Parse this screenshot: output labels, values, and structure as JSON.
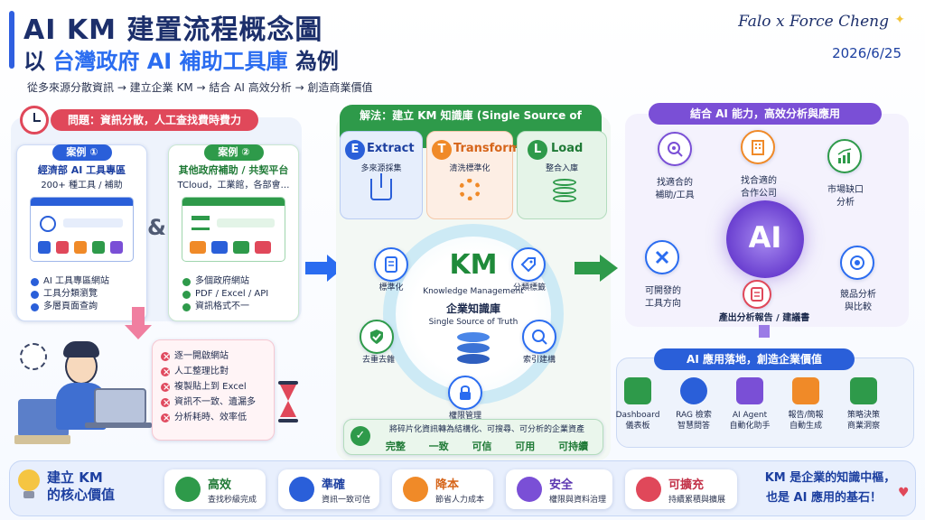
{
  "header": {
    "title": "AI KM 建置流程概念圖",
    "subtitle_pre": "以",
    "subtitle_hl": "台灣政府 AI 補助工具庫",
    "subtitle_post": "為例",
    "flow": "從多來源分散資訊 → 建立企業 KM → 結合 AI 高效分析 → 創造商業價值",
    "author": "Falo x Force Cheng",
    "date": "2026/6/25"
  },
  "problem": {
    "label": "問題：資訊分散，人工查找費時費力",
    "case1": {
      "tag": "案例 ①",
      "title": "經濟部 AI 工具專區",
      "sub": "200+ 種工具 / 補助",
      "items": [
        "AI 工具專區網站",
        "工具分類瀏覽",
        "多層頁面查詢"
      ]
    },
    "amp": "&",
    "case2": {
      "tag": "案例 ②",
      "title": "其他政府補助 / 共契平台",
      "sub": "TCloud，工業館，各部會…",
      "items": [
        "多個政府網站",
        "PDF / Excel / API",
        "資訊格式不一"
      ]
    },
    "pains": [
      "逐一開啟網站",
      "人工整理比對",
      "複製貼上到 Excel",
      "資訊不一致、遺漏多",
      "分析耗時、效率低"
    ]
  },
  "solution": {
    "label": "解法：建立 KM 知識庫 (Single Source of Truth)",
    "etl": [
      {
        "letter": "E",
        "name": "Extract",
        "desc": "多來源採集"
      },
      {
        "letter": "T",
        "name": "Transform",
        "desc": "清洗標準化"
      },
      {
        "letter": "L",
        "name": "Load",
        "desc": "整合入庫"
      }
    ],
    "km": {
      "title": "KM",
      "en": "Knowledge Management",
      "zh": "企業知識庫",
      "sst": "Single Source of Truth"
    },
    "nodes": [
      "標準化",
      "分類標籤",
      "去重去雜",
      "索引建構",
      "權限管理"
    ],
    "summary": "將碎片化資訊轉為結構化、可搜尋、可分析的企業資產",
    "values": [
      "完整",
      "一致",
      "可信",
      "可用",
      "可持續"
    ]
  },
  "ai": {
    "label": "結合 AI 能力，高效分析與應用",
    "center": "AI",
    "nodes": [
      {
        "name": "找適合的\n補助/工具"
      },
      {
        "name": "找合適的\n合作公司"
      },
      {
        "name": "市場缺口\n分析"
      },
      {
        "name": "可開發的\n工具方向"
      },
      {
        "name": "產出分析報告 / 建議書"
      },
      {
        "name": "競品分析\n與比較"
      }
    ],
    "apps_label": "AI 應用落地，創造企業價值",
    "apps": [
      {
        "name": "Dashboard\n儀表板"
      },
      {
        "name": "RAG 檢索\n智慧問答"
      },
      {
        "name": "AI Agent\n自動化助手"
      },
      {
        "name": "報告/簡報\n自動生成"
      },
      {
        "name": "策略決策\n商業洞察"
      }
    ]
  },
  "core": {
    "label": "建立 KM\n的核心價值",
    "items": [
      {
        "title": "高效",
        "sub": "查找秒級完成"
      },
      {
        "title": "準確",
        "sub": "資訊一致可信"
      },
      {
        "title": "降本",
        "sub": "節省人力成本"
      },
      {
        "title": "安全",
        "sub": "權限與資料治理"
      },
      {
        "title": "可擴充",
        "sub": "持續累積與擴展"
      }
    ],
    "slogan1": "KM 是企業的知識中樞，",
    "slogan2": "也是 AI 應用的基石！"
  },
  "colors": {
    "blue": "#2a6cf0",
    "green": "#2e9a4a",
    "purple": "#7a4fd6",
    "red": "#e0485a",
    "orange": "#f08a28"
  }
}
